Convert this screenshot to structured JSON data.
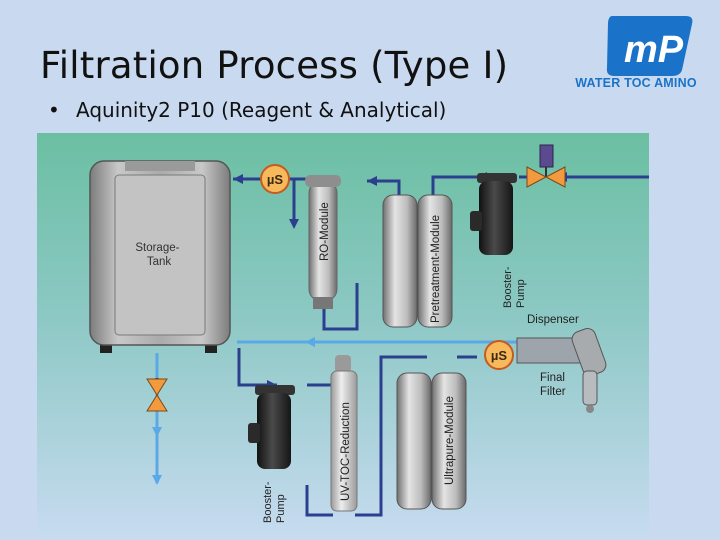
{
  "slide": {
    "title": "Filtration Process (Type I)",
    "bullet": "Aquinity2 P10 (Reagent & Analytical)"
  },
  "logo": {
    "mark": "mP",
    "text": "WATER TOC AMINO"
  },
  "diagram": {
    "storage_tank": "Storage-\nTank",
    "ro_module": "RO-Module",
    "pretreatment_module": "Pretreatment-Module",
    "booster_pump_top": "Booster-\nPump",
    "booster_pump_bottom": "Booster-\nPump",
    "dispenser": "Dispenser",
    "final_filter": "Final\nFilter",
    "uv_toc_reduction": "UV-TOC-Reduction",
    "ultrapure_module": "Ultrapure-Module",
    "conductivity_sensor_1": "µS",
    "conductivity_sensor_2": "µS"
  },
  "colors": {
    "slide_bg": "#c9daf0",
    "diagram_top": "#6bbfa2",
    "diagram_bottom": "#c6dbef",
    "pipe_dark": "#2c3f8f",
    "pipe_light": "#5aa9e6",
    "sensor_fill": "#f7b95c",
    "valve_fill": "#f29a3d",
    "logo_blue": "#1a73c9"
  }
}
